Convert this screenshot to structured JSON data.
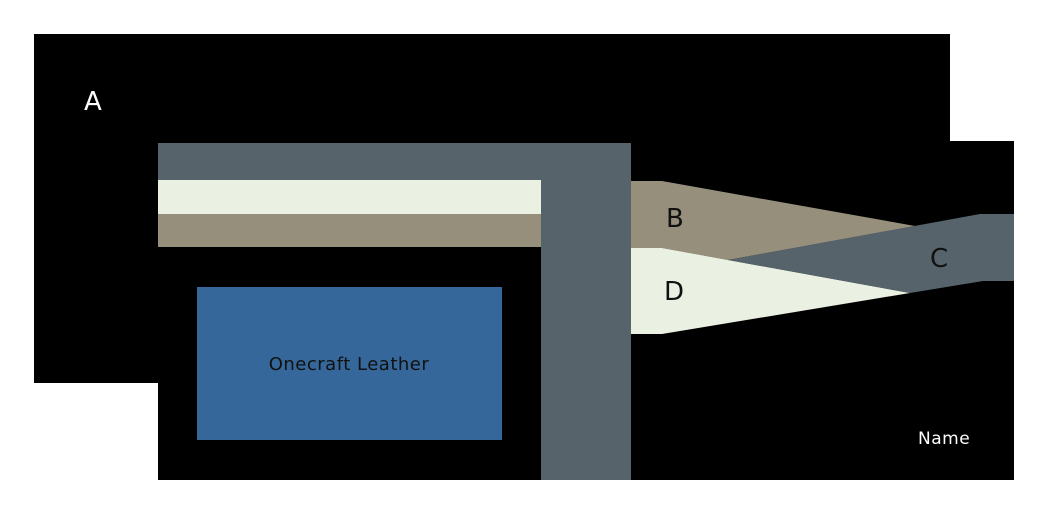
{
  "labels": {
    "region_a": "A",
    "region_b": "B",
    "region_c": "C",
    "region_d": "D",
    "box": "Onecraft Leather",
    "corner": "Name"
  },
  "colors": {
    "background": "#000000",
    "page": "#ffffff",
    "slate": "#56636a",
    "cream": "#ebf1e2",
    "taupe": "#958f7c",
    "blue": "#35679b"
  }
}
